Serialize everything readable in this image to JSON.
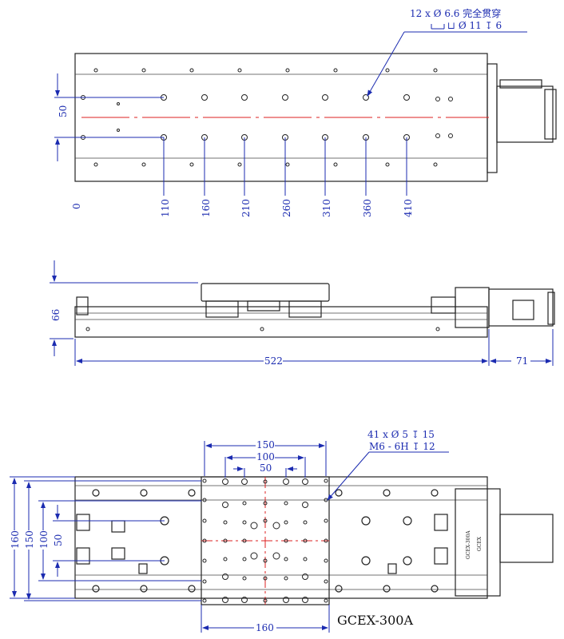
{
  "top_view": {
    "callout_line1": "12 x Ø 6.6 完全贯穿",
    "callout_line2": "⊔ Ø 11 ↧ 6",
    "dim_width": "50",
    "positions": [
      "0",
      "110",
      "160",
      "210",
      "260",
      "310",
      "360",
      "410"
    ]
  },
  "side_view": {
    "dim_height": "66",
    "dim_length": "522",
    "dim_motor": "71"
  },
  "bottom_view": {
    "dim_150_top": "150",
    "dim_100_top": "100",
    "dim_50_top": "50",
    "callout_line1": "41 x Ø 5 ↧ 15",
    "callout_line2": "M6 - 6H ↧ 12",
    "dim_160_left": "160",
    "dim_150_left": "150",
    "dim_100_left": "100",
    "dim_50_left": "50",
    "dim_160_bottom": "160",
    "model": "GCEX-300A",
    "motor_label_1": "GCEX-300A",
    "motor_label_2": "GCEX"
  },
  "colors": {
    "dimension": "#1b2bb0",
    "centerline": "#d22222",
    "outline": "#222222"
  }
}
